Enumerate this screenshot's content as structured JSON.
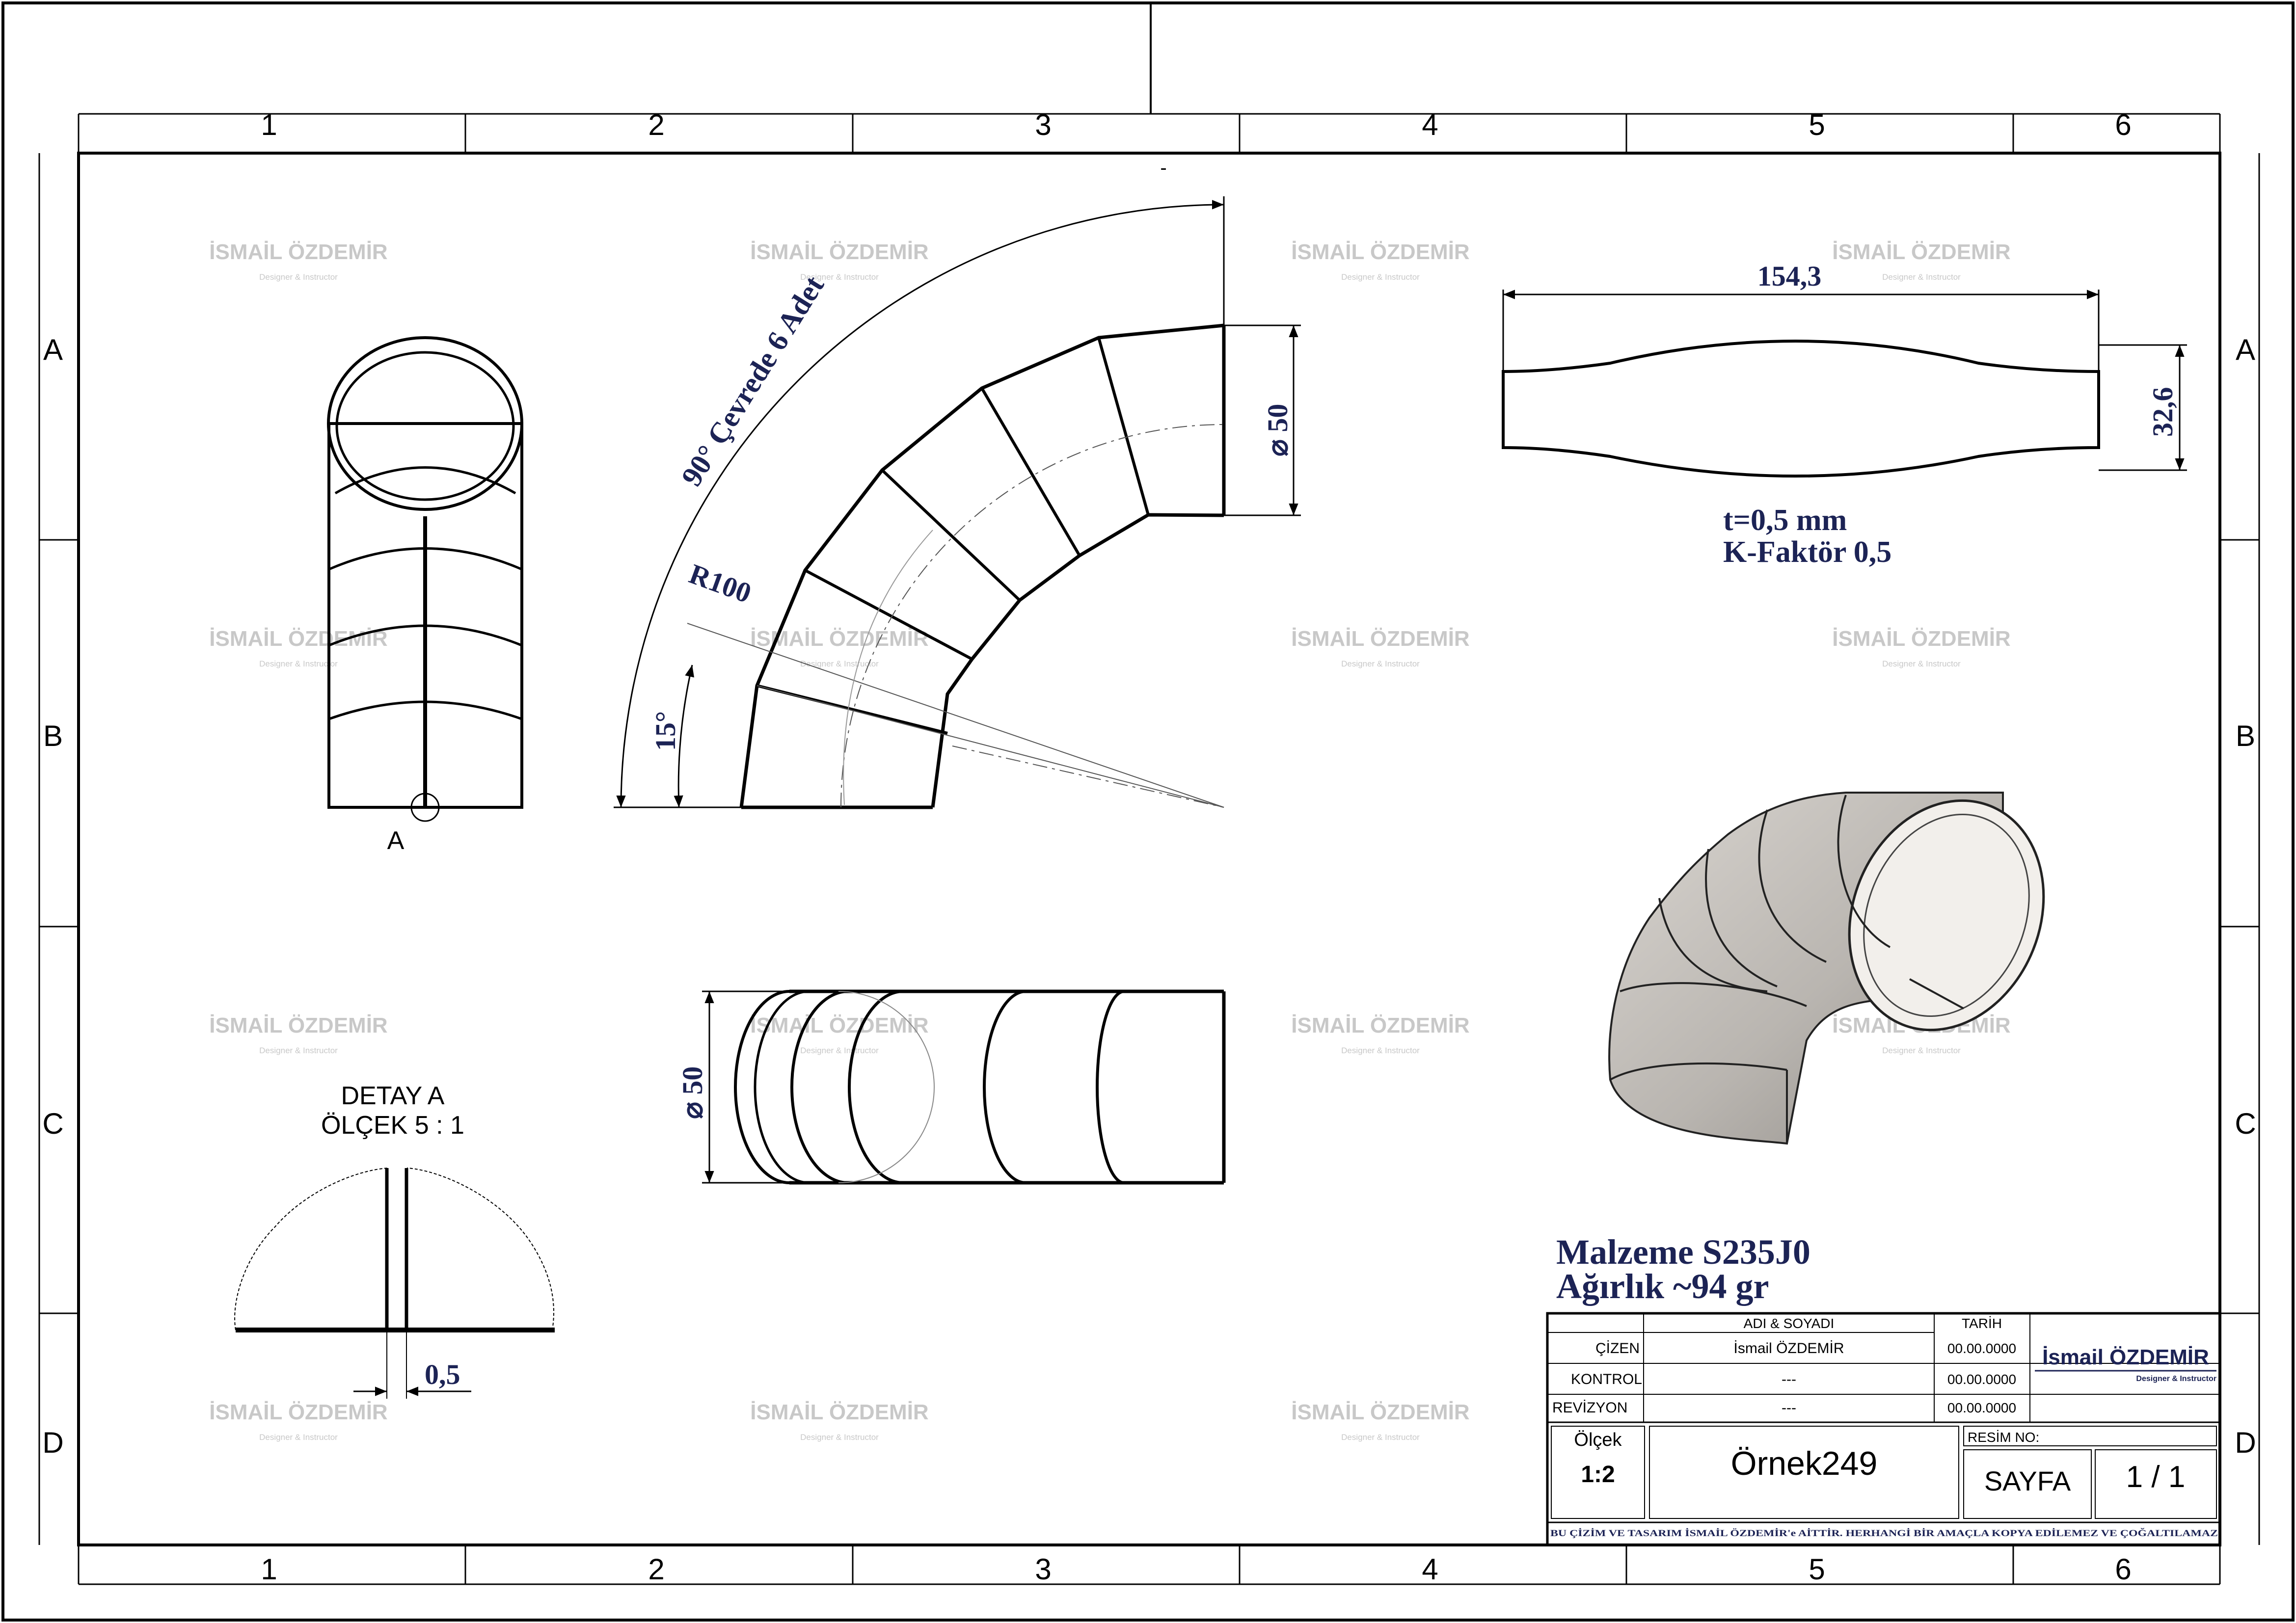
{
  "border": {
    "col_labels": [
      "1",
      "2",
      "3",
      "4",
      "5",
      "6"
    ],
    "row_labels": [
      "A",
      "B",
      "C",
      "D"
    ]
  },
  "watermark": {
    "name": "İSMAİL ÖZDEMİR",
    "subtitle": "Designer & Instructor"
  },
  "views": {
    "front": {
      "detail_callout": "A"
    },
    "elbow": {
      "segments_note": "90° Çevrede 6 Adet",
      "radius": "R100",
      "angle": "15°",
      "diameter": "⌀ 50",
      "top_dash": "-"
    },
    "blank": {
      "length": "154,3",
      "height": "32,6",
      "thickness": "t=0,5 mm",
      "k_factor": "K-Faktör 0,5"
    },
    "side": {
      "diameter": "⌀ 50"
    },
    "detail": {
      "title_line1": "DETAY A",
      "title_line2": "ÖLÇEK 5 : 1",
      "gap": "0,5"
    }
  },
  "material": {
    "material_line": "Malzeme S235J0",
    "weight_line": "Ağırlık ~94 gr"
  },
  "title_block": {
    "col_name": "ADI & SOYADI",
    "col_date": "TARİH",
    "rows": [
      {
        "role": "ÇİZEN",
        "name": "İsmail ÖZDEMİR",
        "date": "00.00.0000"
      },
      {
        "role": "KONTROL",
        "name": "---",
        "date": "00.00.0000"
      },
      {
        "role": "REVİZYON",
        "name": "---",
        "date": "00.00.0000"
      }
    ],
    "logo_name": "İsmail ÖZDEMİR",
    "logo_sub": "Designer & Instructor",
    "scale_label": "Ölçek",
    "scale_value": "1:2",
    "drawing_name": "Örnek249",
    "drawing_no_label": "RESİM NO:",
    "sheet_label": "SAYFA",
    "sheet_value": "1 / 1",
    "copyright": "BU ÇİZİM VE TASARIM İSMAİL ÖZDEMİR'e AİTTİR. HERHANGİ BİR AMAÇLA KOPYA EDİLEMEZ VE ÇOĞALTILAMAZ"
  },
  "colors": {
    "line": "#000000",
    "dim_text": "#1c2355",
    "watermark": "#c8c8c8",
    "shade_light": "#d4d0cb",
    "shade_dark": "#8f8b86"
  }
}
